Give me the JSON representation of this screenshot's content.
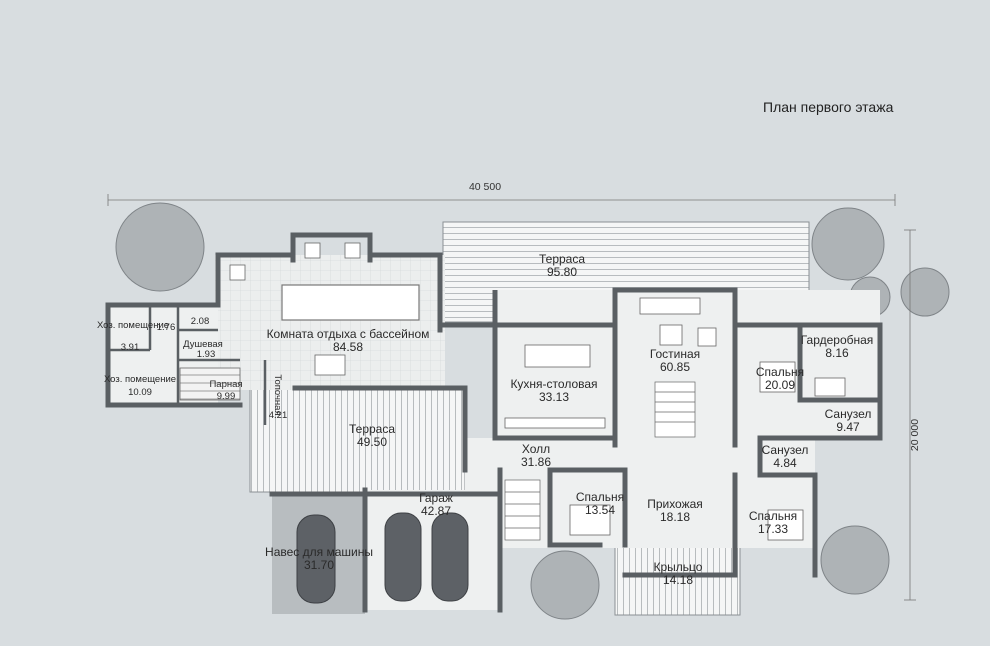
{
  "title": "План первого этажа",
  "dimensions": {
    "width": "40 500",
    "height": "20 000"
  },
  "rooms": [
    {
      "id": "terrace-top",
      "name": "Терраса",
      "area": "95.80"
    },
    {
      "id": "pool-room",
      "name": "Комната отдыха с бассейном",
      "area": "84.58"
    },
    {
      "id": "utility-1",
      "name": "Хоз. помещение",
      "area": "3.91"
    },
    {
      "id": "utility-2",
      "name": "Хоз. помещение",
      "area": "10.09"
    },
    {
      "id": "wc-small",
      "name": "",
      "area": "1.76"
    },
    {
      "id": "room-208",
      "name": "",
      "area": "2.08"
    },
    {
      "id": "shower",
      "name": "Душевая",
      "area": "1.93"
    },
    {
      "id": "steam",
      "name": "Парная",
      "area": "9.99"
    },
    {
      "id": "furnace",
      "name": "Топочная",
      "area": "4.21"
    },
    {
      "id": "kitchen",
      "name": "Кухня-столовая",
      "area": "33.13"
    },
    {
      "id": "living",
      "name": "Гостиная",
      "area": "60.85"
    },
    {
      "id": "bedroom-1",
      "name": "Спальня",
      "area": "20.09"
    },
    {
      "id": "wardrobe",
      "name": "Гардеробная",
      "area": "8.16"
    },
    {
      "id": "bath-1",
      "name": "Санузел",
      "area": "9.47"
    },
    {
      "id": "bath-2",
      "name": "Санузел",
      "area": "4.84"
    },
    {
      "id": "terrace-bottom",
      "name": "Терраса",
      "area": "49.50"
    },
    {
      "id": "hall",
      "name": "Холл",
      "area": "31.86"
    },
    {
      "id": "garage",
      "name": "Гараж",
      "area": "42.87"
    },
    {
      "id": "bedroom-2",
      "name": "Спальня",
      "area": "13.54"
    },
    {
      "id": "entrance",
      "name": "Прихожая",
      "area": "18.18"
    },
    {
      "id": "bedroom-3",
      "name": "Спальня",
      "area": "17.33"
    },
    {
      "id": "carport",
      "name": "Навес для машины",
      "area": "31.70"
    },
    {
      "id": "porch",
      "name": "Крыльцо",
      "area": "14.18"
    }
  ]
}
